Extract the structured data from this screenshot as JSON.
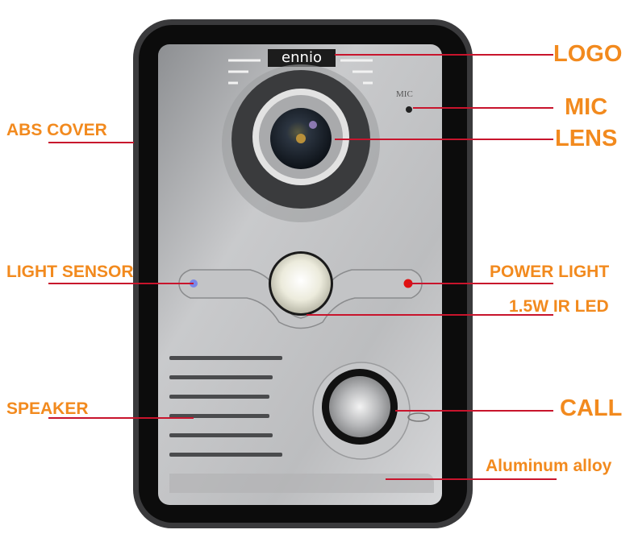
{
  "device": {
    "brand_logo_text": "ennio",
    "mic_marking": "MIC"
  },
  "labels": {
    "logo": "LOGO",
    "mic": "MIC",
    "lens": "LENS",
    "abs_cover": "ABS COVER",
    "light_sensor": "LIGHT SENSOR",
    "power_light": "POWER LIGHT",
    "ir_led": "1.5W IR LED",
    "speaker": "SPEAKER",
    "call": "CALL",
    "aluminum_alloy": "Aluminum alloy"
  },
  "colors": {
    "label": "#f28a1e",
    "leader_line": "#c8142c",
    "power_light": "#e01010",
    "light_sensor": "#7a86e8"
  }
}
